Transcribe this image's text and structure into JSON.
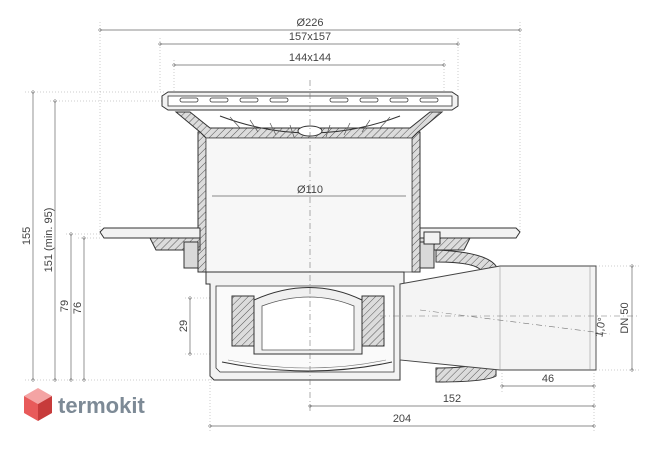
{
  "dimensions": {
    "d226": "Ø226",
    "d157": "157x157",
    "d144": "144x144",
    "d110": "Ø110",
    "h155": "155",
    "h151": "151 (min. 95)",
    "h79": "79",
    "h76": "76",
    "h29": "29",
    "w46": "46",
    "w152": "152",
    "w204": "204",
    "dn50": "DN 50",
    "slope": "1,0°"
  },
  "brand": {
    "name": "termokit",
    "colors": {
      "top": "#f4a4a4",
      "left": "#e85a5a",
      "right": "#c73b3b",
      "text": "#7d8a96"
    }
  }
}
